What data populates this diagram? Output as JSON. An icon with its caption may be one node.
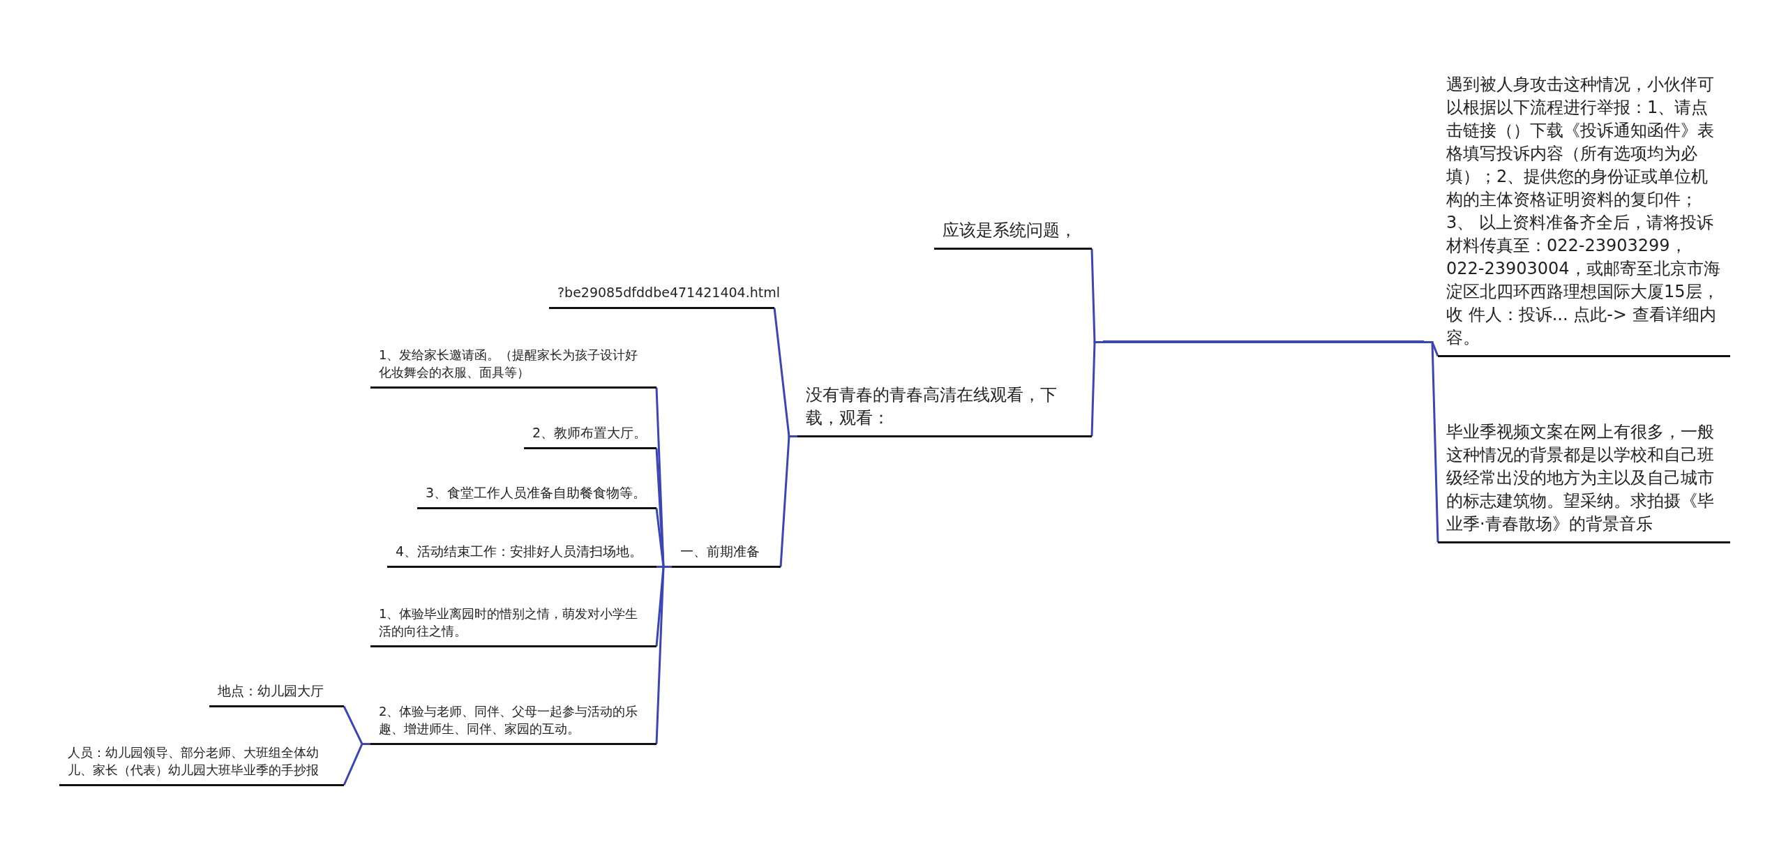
{
  "diagram": {
    "nodes": [
      {
        "text": [],
        "shape": "bar"
      },
      {
        "text": [
          "应该是系统问题，"
        ]
      },
      {
        "text": [
          "没有青春的青春高清在线观看，下载，观看："
        ]
      },
      {
        "text": [
          "遇到被人身攻击这种情况，小伙伴可以根据以下流程进行举报：1、请点击链接（）下载《投诉通知函件》表格填写投诉内容（所有选项均为必填）；2、提供您的身份证或单位机构的主体资格证明资料的复印件；3、 以上资料准备齐全后，请将投诉材料传真至：022-23903299，022-23903004，或邮寄至北京市海淀区北四环西路理想国际大厦15层，收 件人：投诉... 点此-> 查看详细内容。"
        ]
      },
      {
        "text": [
          "毕业季视频文案在网上有很多，一般这种情况的背景都是以学校和自己班级经常出没的地方为主以及自己城市的标志建筑物。望采纳。求拍摄《毕业季·青春散场》的背景音乐"
        ]
      },
      {
        "text": [
          "?be29085dfddbe471421404.html"
        ]
      },
      {
        "text": [
          "一、前期准备"
        ]
      },
      {
        "text": [
          "1、发给家长邀请函。（提醒家长为孩子设计好化妆舞会的衣服、面具等）"
        ]
      },
      {
        "text": [
          "2、教师布置大厅。"
        ]
      },
      {
        "text": [
          "3、食堂工作人员准备自助餐食物等。"
        ]
      },
      {
        "text": [
          "4、活动结束工作：安排好人员清扫场地。"
        ]
      },
      {
        "text": [
          "1、体验毕业离园时的惜别之情，萌发对小学生活的向往之情。"
        ]
      },
      {
        "text": [
          "2、体验与老师、同伴、父母一起参与活动的乐趣、增进师生、同伴、家园的互动。"
        ]
      },
      {
        "text": [
          "地点：幼儿园大厅"
        ]
      },
      {
        "text": [
          "人员：幼儿园领导、部分老师、大班组全体幼儿、家长（代表）幼儿园大班毕业季的手抄报"
        ]
      }
    ],
    "edges": [
      {
        "from": 0,
        "to": 1,
        "arrow": "none"
      },
      {
        "from": 0,
        "to": 2,
        "arrow": "none"
      },
      {
        "from": 0,
        "to": 3,
        "arrow": "none"
      },
      {
        "from": 0,
        "to": 4,
        "arrow": "none"
      },
      {
        "from": 2,
        "to": 5,
        "arrow": "none"
      },
      {
        "from": 2,
        "to": 6,
        "arrow": "none"
      },
      {
        "from": 6,
        "to": 7,
        "arrow": "none"
      },
      {
        "from": 6,
        "to": 8,
        "arrow": "none"
      },
      {
        "from": 6,
        "to": 9,
        "arrow": "none"
      },
      {
        "from": 6,
        "to": 10,
        "arrow": "none"
      },
      {
        "from": 6,
        "to": 11,
        "arrow": "none"
      },
      {
        "from": 6,
        "to": 12,
        "arrow": "none"
      },
      {
        "from": 12,
        "to": 13,
        "arrow": "none"
      },
      {
        "from": 12,
        "to": 14,
        "arrow": "none"
      }
    ]
  }
}
